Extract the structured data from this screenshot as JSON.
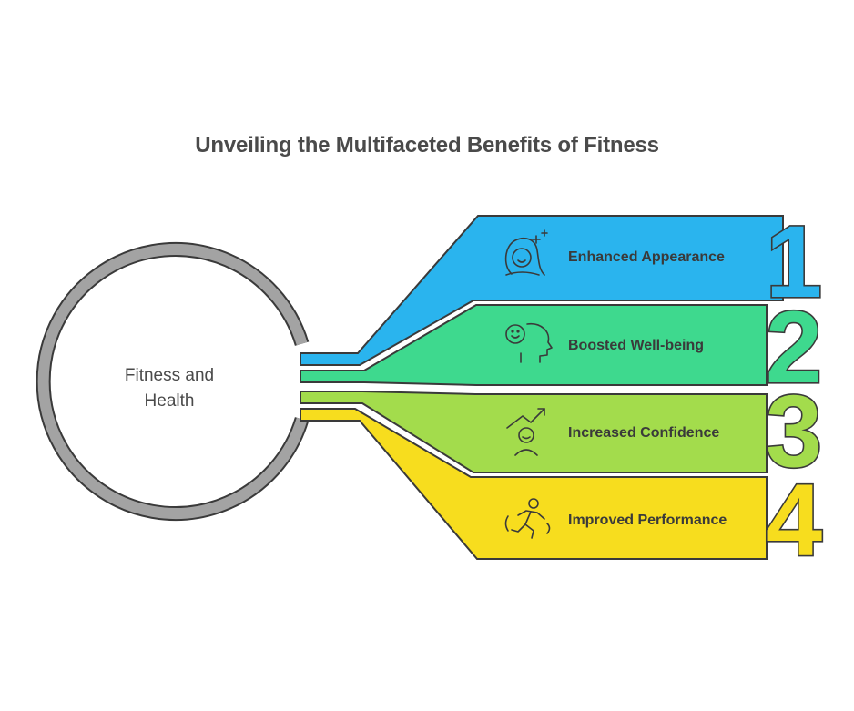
{
  "title": "Unveiling the Multifaceted Benefits of Fitness",
  "center": {
    "line1": "Fitness and",
    "line2": "Health"
  },
  "items": [
    {
      "number": "1",
      "label": "Enhanced Appearance",
      "icon": "woman-sparkle-icon",
      "color": "#2ab4ee"
    },
    {
      "number": "2",
      "label": "Boosted Well-being",
      "icon": "smiling-head-icon",
      "color": "#3ed98e"
    },
    {
      "number": "3",
      "label": "Increased Confidence",
      "icon": "person-growth-icon",
      "color": "#a3dc4c"
    },
    {
      "number": "4",
      "label": "Improved Performance",
      "icon": "running-person-icon",
      "color": "#f7dd1e"
    }
  ],
  "colors": {
    "ring": "#a3a3a3",
    "outline": "#3a3a3a",
    "text": "#4a4a4a"
  }
}
